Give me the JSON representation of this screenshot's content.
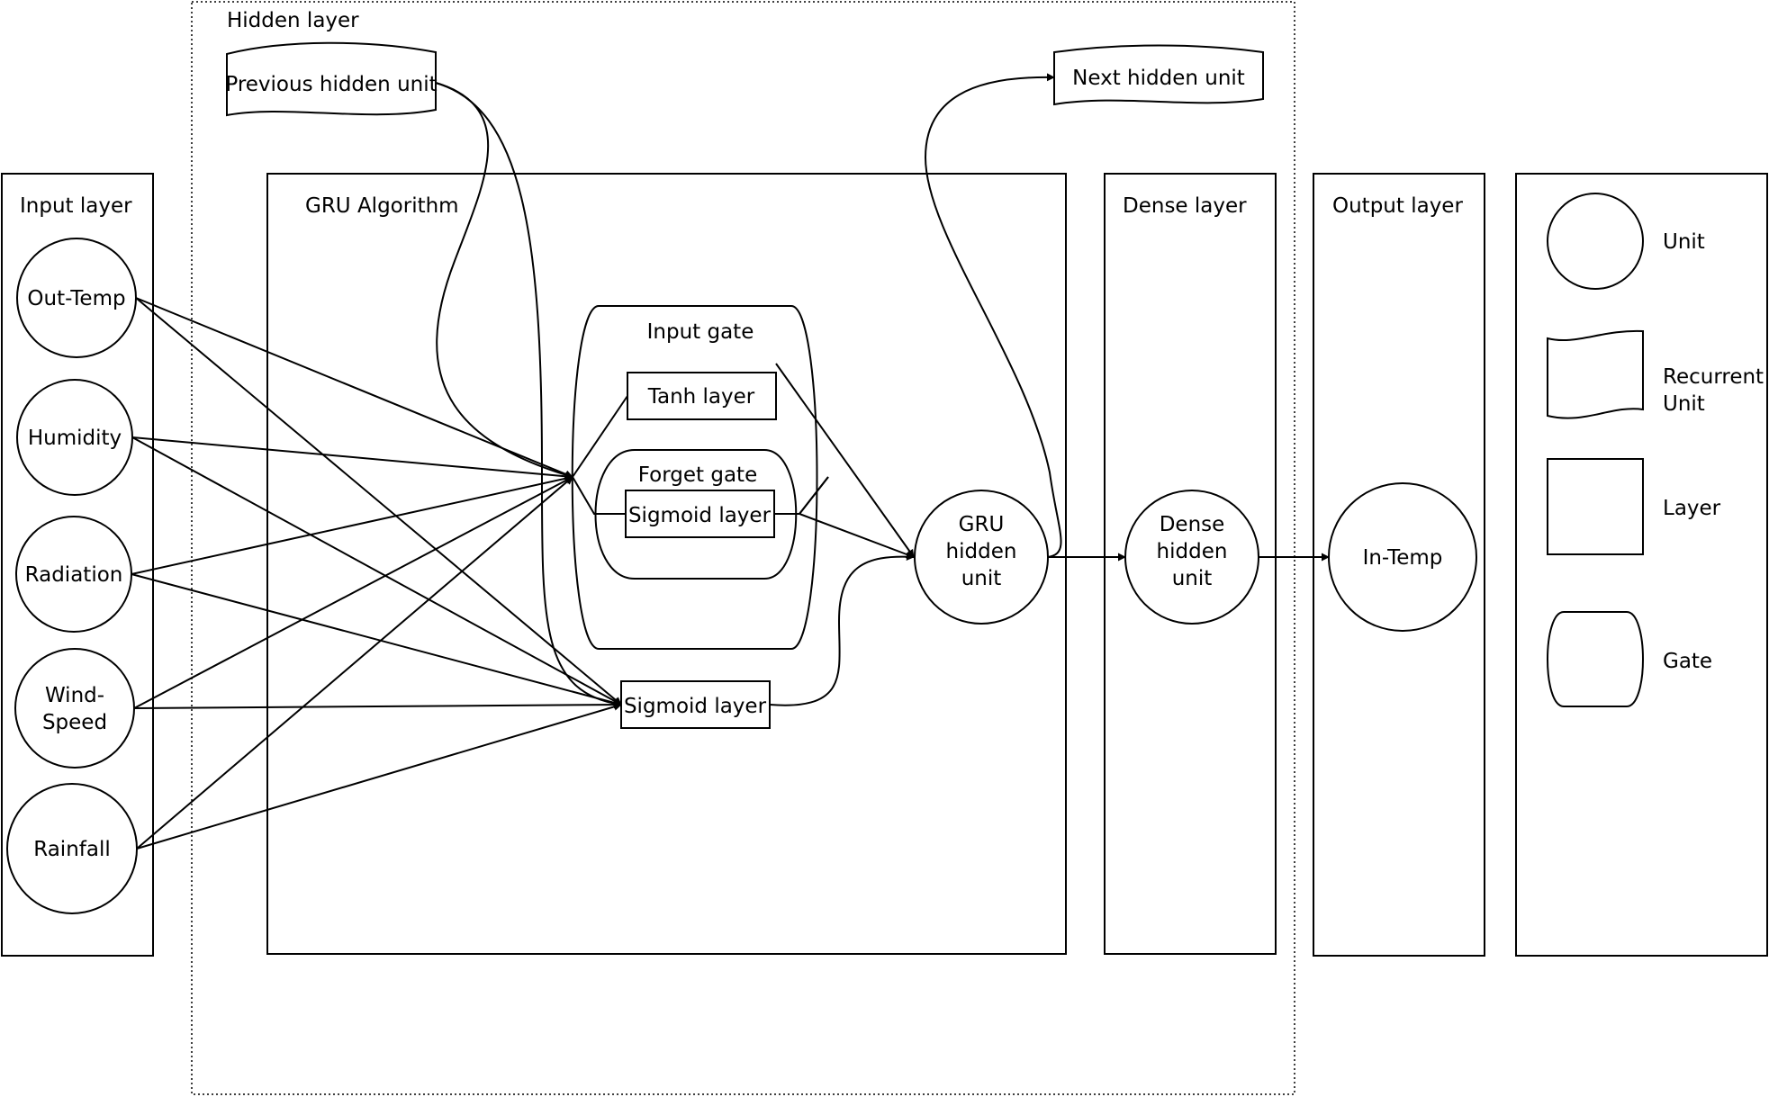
{
  "labels": {
    "hidden_layer": "Hidden layer",
    "input_layer": "Input layer",
    "gru_algorithm": "GRU Algorithm",
    "dense_layer": "Dense layer",
    "output_layer": "Output layer",
    "previous_hidden_unit": "Previous hidden unit",
    "next_hidden_unit": "Next hidden unit",
    "input_gate": "Input gate",
    "tanh_layer": "Tanh layer",
    "forget_gate": "Forget gate",
    "sigmoid_layer_forget": "Sigmoid layer",
    "sigmoid_layer_bottom": "Sigmoid layer",
    "in_temp": "In-Temp"
  },
  "inputs": [
    "Out-Temp",
    "Humidity",
    "Radiation",
    "Wind-|Speed",
    "Rainfall"
  ],
  "gru_unit": [
    "GRU",
    "hidden",
    "unit"
  ],
  "dense_unit": [
    "Dense",
    "hidden",
    "unit"
  ],
  "legend": {
    "unit": "Unit",
    "recurrent": [
      "Recurrent",
      "Unit"
    ],
    "layer": "Layer",
    "gate": "Gate"
  }
}
